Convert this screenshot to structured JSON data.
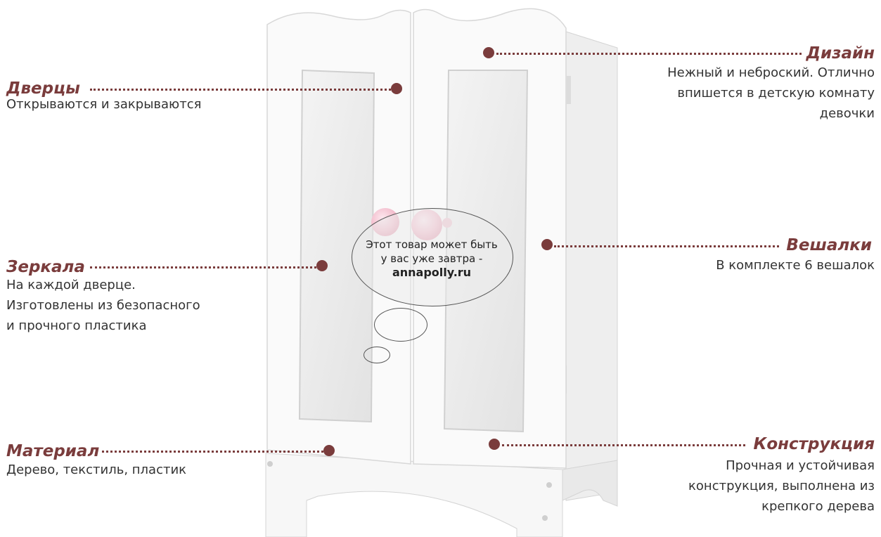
{
  "features": {
    "doors": {
      "title": "Дверцы",
      "lines": [
        "Открываются и закрываются"
      ]
    },
    "mirrors": {
      "title": "Зеркала",
      "lines": [
        "На каждой дверце.",
        "Изготовлены из безопасного",
        "и прочного пластика"
      ]
    },
    "material": {
      "title": "Материал",
      "lines": [
        "Дерево, текстиль, пластик"
      ]
    },
    "design": {
      "title": "Дизайн",
      "lines": [
        "Нежный и неброский. Отлично",
        "впишется в детскую комнату",
        "девочки"
      ]
    },
    "hangers": {
      "title": "Вешалки",
      "lines": [
        "В комплекте 6 вешалок"
      ]
    },
    "construction": {
      "title": "Конструкция",
      "lines": [
        "Прочная и устойчивая",
        "конструкция, выполнена из",
        "крепкого дерева"
      ]
    }
  },
  "watermark": {
    "line1": "Этот товар может быть",
    "line2": "у вас уже завтра -",
    "site": "annapolly.ru"
  },
  "colors": {
    "accent": "#7a3c3c",
    "text": "#333333",
    "knob": "#f2c2cf"
  },
  "product_image": "white-doll-wardrobe-with-mirrored-doors-and-pink-knobs"
}
